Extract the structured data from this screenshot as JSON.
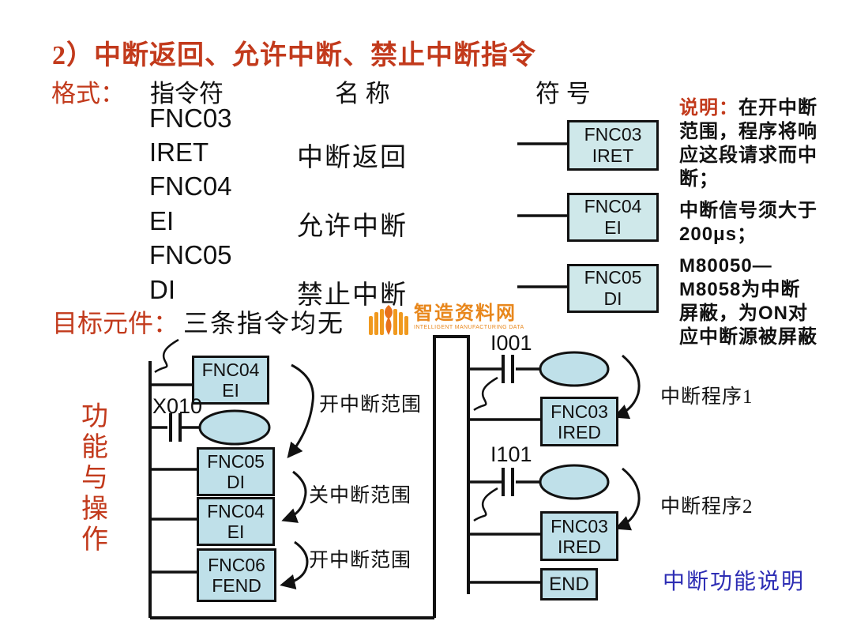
{
  "title": "2）中断返回、允许中断、禁止中断指令",
  "format": {
    "label": "格式：",
    "headers": [
      "指令符",
      "名 称",
      "符 号"
    ],
    "rows": [
      {
        "code": "FNC03",
        "mnemonic": "IRET",
        "name": "中断返回",
        "box1": "FNC03",
        "box2": "IRET"
      },
      {
        "code": "FNC04",
        "mnemonic": "EI",
        "name": "允许中断",
        "box1": "FNC04",
        "box2": "EI"
      },
      {
        "code": "FNC05",
        "mnemonic": "DI",
        "name": "禁止中断",
        "box1": "FNC05",
        "box2": "DI"
      }
    ]
  },
  "notes": {
    "label": "说明：",
    "p1": "在开中断范围，程序将响应这段请求而中断；",
    "p2": "中断信号须大于200μs；",
    "p3": "M80050—M8058为中断屏蔽，为ON对应中断源被屏蔽"
  },
  "target": {
    "label": "目标元件：",
    "value": "三条指令均无"
  },
  "watermark": {
    "name": "智造资料网",
    "subtitle": "INTELLIGENT MANUFACTURING DATA"
  },
  "function_section": {
    "vertical_label": "功能与操作"
  },
  "ladder_left": {
    "contact": "X010",
    "box1_line1": "FNC04",
    "box1_line2": "EI",
    "box2_line1": "FNC05",
    "box2_line2": "DI",
    "box3_line1": "FNC04",
    "box3_line2": "EI",
    "box4_line1": "FNC06",
    "box4_line2": "FEND",
    "label1": "开中断范围",
    "label2": "关中断范围",
    "label3": "开中断范围"
  },
  "ladder_right": {
    "contact1": "I001",
    "contact2": "I101",
    "box1_line1": "FNC03",
    "box1_line2": "IRED",
    "box2_line1": "FNC03",
    "box2_line2": "IRED",
    "end_label": "END",
    "label1": "中断程序1",
    "label2": "中断程序2",
    "caption": "中断功能说明"
  },
  "colors": {
    "accent_red": "#c23a1c",
    "caption_blue": "#2d2db4",
    "ladder_box_fill": "#bfe0e9",
    "symbol_box_fill": "#cfe8ea",
    "watermark_orange": "#e8871c",
    "stroke": "#111111"
  }
}
